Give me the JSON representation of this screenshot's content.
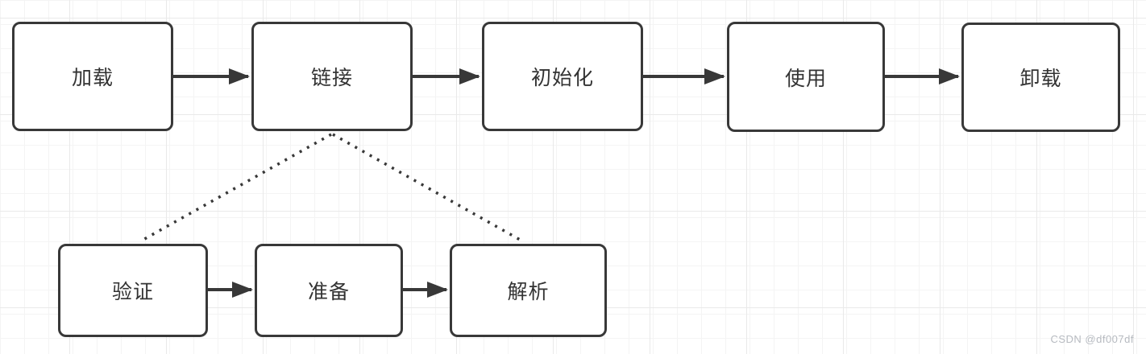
{
  "diagram": {
    "nodes": {
      "load": {
        "label": "加载"
      },
      "link": {
        "label": "链接"
      },
      "init": {
        "label": "初始化"
      },
      "use": {
        "label": "使用"
      },
      "unload": {
        "label": "卸载"
      },
      "verify": {
        "label": "验证"
      },
      "prepare": {
        "label": "准备"
      },
      "resolve": {
        "label": "解析"
      }
    },
    "edges": {
      "solid_arrows": [
        {
          "from": "加载",
          "to": "链接"
        },
        {
          "from": "链接",
          "to": "初始化"
        },
        {
          "from": "初始化",
          "to": "使用"
        },
        {
          "from": "使用",
          "to": "卸载"
        },
        {
          "from": "验证",
          "to": "准备"
        },
        {
          "from": "准备",
          "to": "解析"
        }
      ],
      "dotted_lines": [
        {
          "from": "链接",
          "to": "验证"
        },
        {
          "from": "链接",
          "to": "解析"
        }
      ]
    },
    "colors": {
      "node_border": "#383838",
      "node_fill": "#ffffff",
      "edge": "#383838",
      "text": "#333333",
      "grid_minor": "#f4f4f4",
      "grid_major": "#e9e9e9",
      "watermark": "#b6bac0"
    }
  },
  "watermark": {
    "text": "CSDN @df007df"
  }
}
